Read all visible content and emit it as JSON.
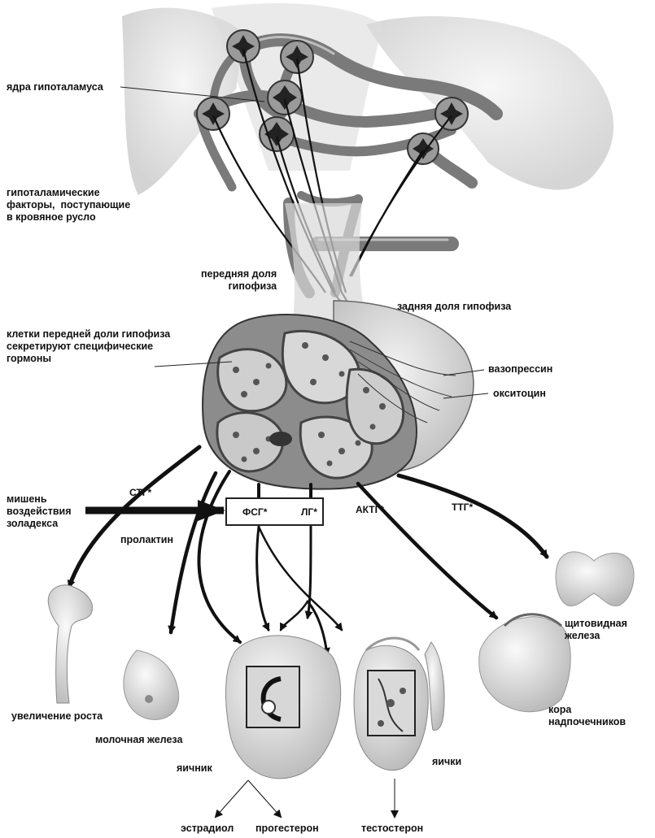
{
  "labels": {
    "hypothalamus_nuclei": "ядра гипоталамуса",
    "hypothalamic_factors": "гипоталамические\nфакторы,  поступающие\nв кровяное русло",
    "anterior_lobe": "передняя доля\nгипофиза",
    "posterior_lobe": "задняя доля гипофиза",
    "anterior_cells": "клетки передней доли гипофиза\nсекретируют специфические\nгормоны",
    "vasopressin": "вазопрессин",
    "oxytocin": "окситоцин",
    "target": "мишень\nвоздействия\nзоладекса",
    "prolactin": "пролактин",
    "growth": "увеличение роста",
    "mammary": "молочная железа",
    "ovary": "яичник",
    "testes": "яички",
    "thyroid": "щитовидная\nжелеза",
    "adrenal": "кора\nнадпочечников",
    "estradiol": "эстрадиол",
    "progesterone": "прогестерон",
    "testosterone": "тестостерон"
  },
  "hormones": {
    "stg": "СТГ*",
    "fsg": "ФСГ*",
    "lg": "ЛГ*",
    "actg": "АКТГ*",
    "ttg": "ТТГ*"
  }
}
